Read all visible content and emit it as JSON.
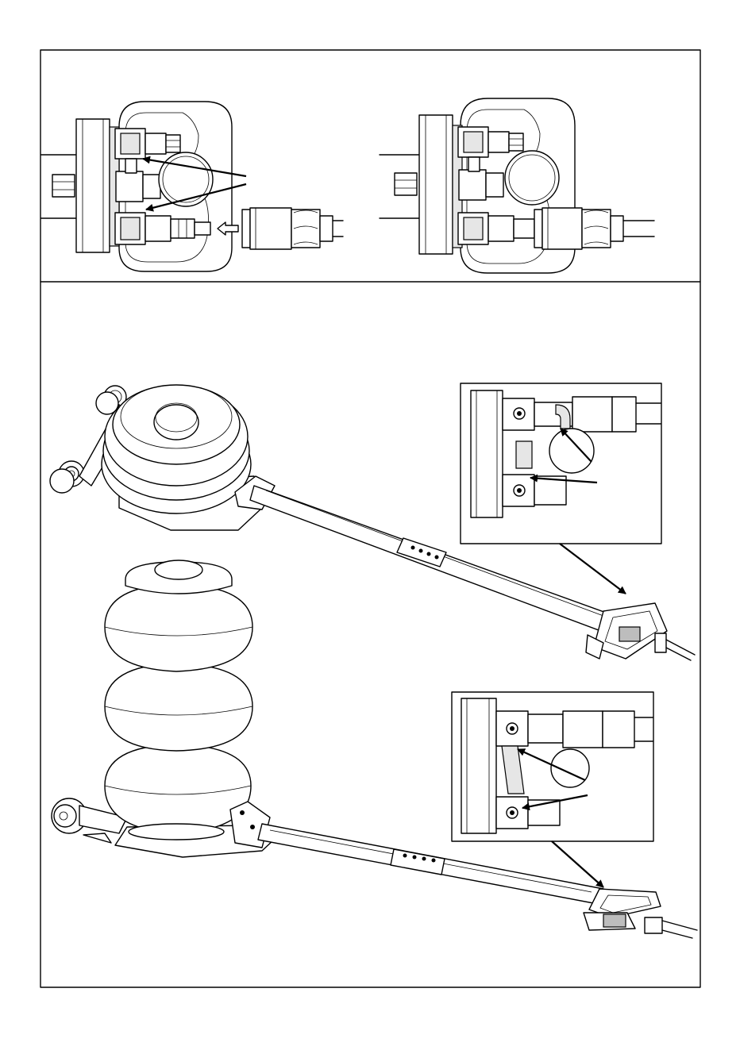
{
  "figure": {
    "top_panel": {
      "left_view": [
        "fittings-before-connection",
        "arrow-left-pointing",
        "quick-coupler-detached"
      ],
      "right_view": [
        "fittings-after-connection",
        "quick-coupler-attached"
      ]
    },
    "bottom_panel": {
      "jack_lowered": {
        "inset": "valve-detail-state-1"
      },
      "jack_raised": {
        "inset": "valve-detail-state-2"
      }
    }
  },
  "icons": {
    "pointer": "arrow-icon",
    "push_direction": "hollow-arrow-icon"
  },
  "colors": {
    "line": "#000000",
    "background": "#ffffff",
    "shade": "#e6e6e6"
  }
}
